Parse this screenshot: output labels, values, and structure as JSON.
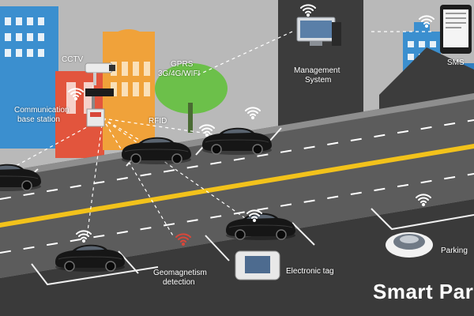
{
  "labels": {
    "cctv": "CCTV",
    "gprs_line1": "GPRS",
    "gprs_line2": "3G/4G/WIFI",
    "management_line1": "Management",
    "management_line2": "System",
    "sms": "SMS",
    "comm_line1": "Communication",
    "comm_line2": "base station",
    "rfid": "RFID",
    "geo_line1": "Geomagnetism",
    "geo_line2": "detection",
    "etag": "Electronic tag",
    "parking": "Parking",
    "title": "Smart Par"
  },
  "colors": {
    "sky": "#b9b9b9",
    "road": "#5c5c5c",
    "parking_lot": "#3a3a3a",
    "center_line": "#f2c21b",
    "management_panel": "#3c3c3c",
    "building_blue": "#3b8fcf",
    "building_red": "#e2553d",
    "building_orange": "#f0a23a",
    "tree_green": "#6cc04a",
    "wifi_white": "#ffffff",
    "wifi_red": "#d8473a"
  },
  "icons": [
    "cctv-camera-icon",
    "wifi-icon",
    "monitor-icon",
    "phone-icon",
    "base-station-icon",
    "car-icon",
    "tablet-icon",
    "parking-sensor-icon"
  ]
}
